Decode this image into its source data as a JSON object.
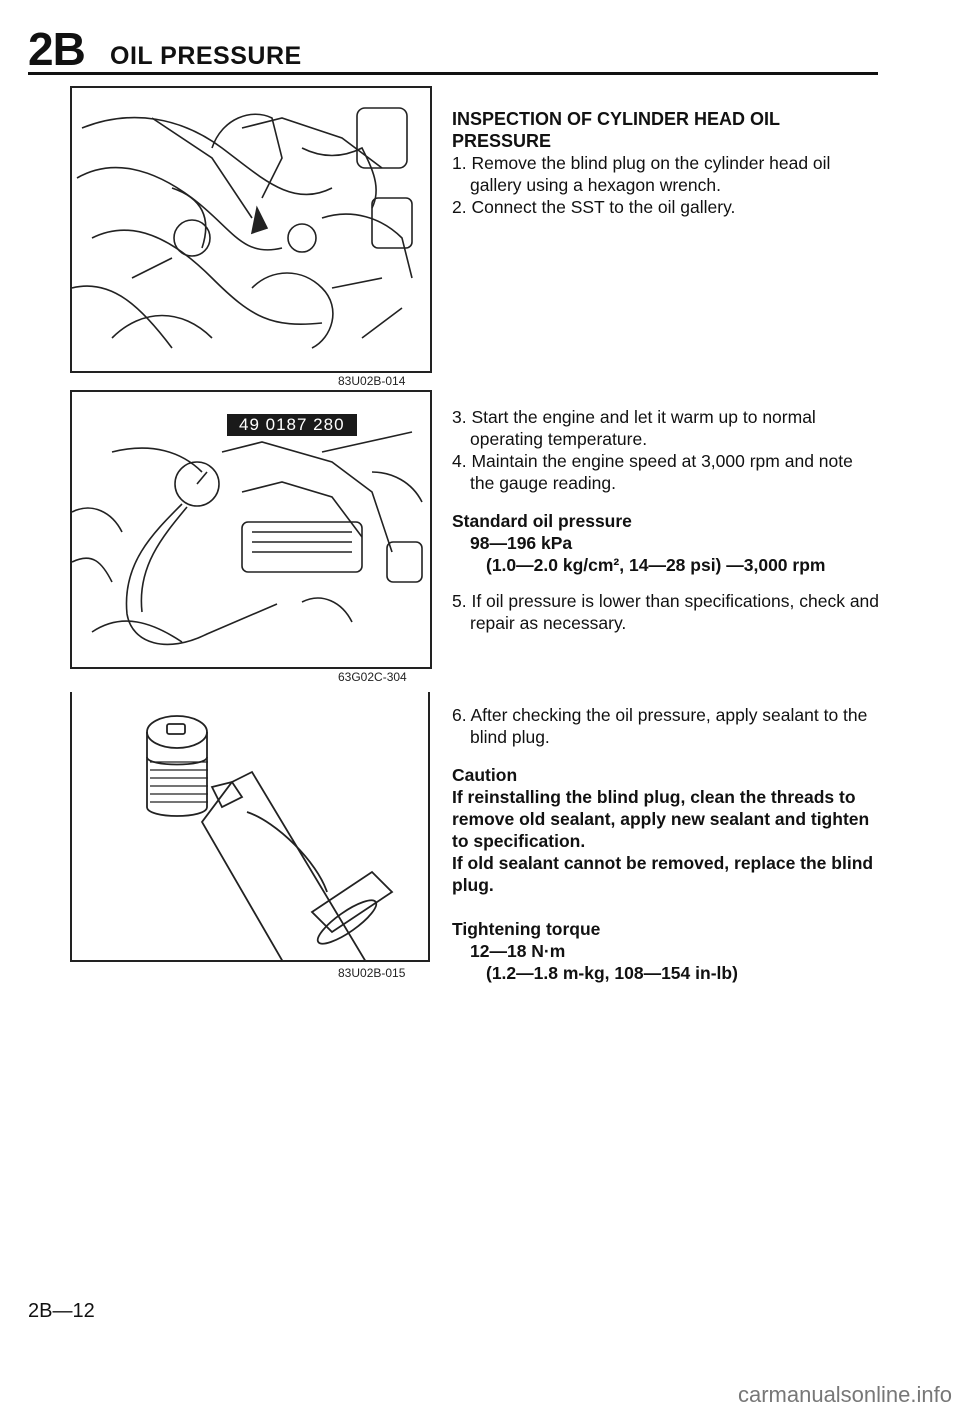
{
  "header": {
    "code": "2B",
    "title": "OIL PRESSURE"
  },
  "figures": [
    {
      "caption": "83U02B-014"
    },
    {
      "caption": "63G02C-304",
      "sst_label": "49 0187 280"
    },
    {
      "caption": "83U02B-015"
    }
  ],
  "section1": {
    "heading": "INSPECTION OF CYLINDER HEAD OIL PRESSURE",
    "steps": [
      "1. Remove the blind plug on the cylinder head oil gallery using a hexagon wrench.",
      "2. Connect the SST to the oil gallery."
    ]
  },
  "section2": {
    "steps": [
      "3. Start the engine and let it warm up to normal operating temperature.",
      "4. Maintain the engine speed at 3,000 rpm and note the gauge reading."
    ],
    "spec_label": "Standard oil pressure",
    "spec_value": "98—196 kPa",
    "spec_detail": "(1.0—2.0 kg/cm², 14—28 psi) —3,000 rpm",
    "step5": "5. If oil pressure is lower than specifications, check and repair as necessary."
  },
  "section3": {
    "step6": "6. After checking the oil pressure, apply sealant to the blind plug.",
    "caution_label": "Caution",
    "caution_text1": "If reinstalling the blind plug, clean the threads to remove old sealant, apply new sealant and tighten to specification.",
    "caution_text2": "If old sealant cannot be removed, replace the blind plug.",
    "torque_label": "Tightening torque",
    "torque_value": "12—18 N·m",
    "torque_detail": "(1.2—1.8 m-kg, 108—154 in-lb)"
  },
  "footer": {
    "page": "2B—12"
  },
  "watermark": "carmanualsonline.info"
}
